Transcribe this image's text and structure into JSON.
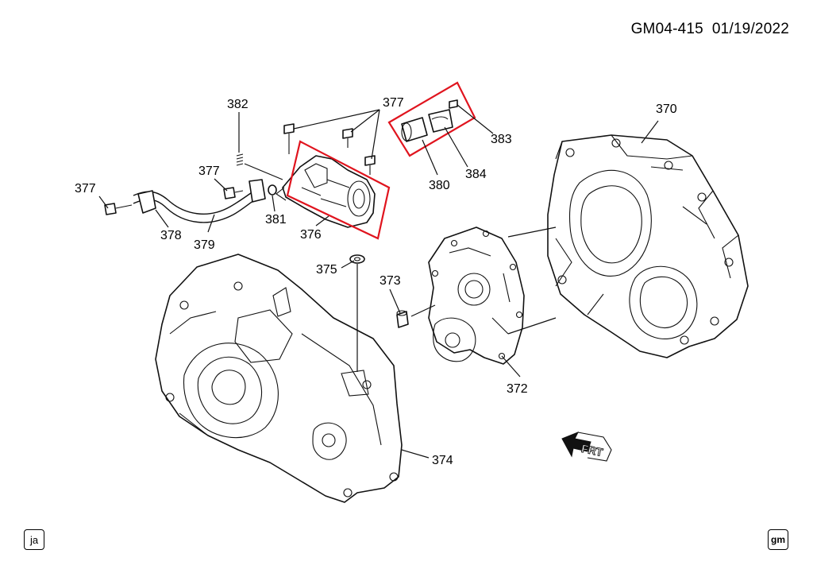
{
  "header": {
    "code": "GM04-415",
    "date": "01/19/2022"
  },
  "callouts": [
    {
      "id": "c370",
      "text": "370"
    },
    {
      "id": "c372",
      "text": "372"
    },
    {
      "id": "c373",
      "text": "373"
    },
    {
      "id": "c374",
      "text": "374"
    },
    {
      "id": "c375",
      "text": "375"
    },
    {
      "id": "c376",
      "text": "376"
    },
    {
      "id": "c377a",
      "text": "377"
    },
    {
      "id": "c377b",
      "text": "377"
    },
    {
      "id": "c377c",
      "text": "377"
    },
    {
      "id": "c378",
      "text": "378"
    },
    {
      "id": "c379",
      "text": "379"
    },
    {
      "id": "c380",
      "text": "380"
    },
    {
      "id": "c381",
      "text": "381"
    },
    {
      "id": "c382",
      "text": "382"
    },
    {
      "id": "c383",
      "text": "383"
    },
    {
      "id": "c384",
      "text": "384"
    }
  ],
  "direction_marker": {
    "text": "FRT"
  },
  "footer": {
    "left_badge": "ja",
    "right_badge": "gm"
  },
  "colors": {
    "highlight_box": "#e0141e",
    "line": "#111111"
  },
  "icons": [
    "front-direction-arrow-icon",
    "gm-logo-icon"
  ]
}
